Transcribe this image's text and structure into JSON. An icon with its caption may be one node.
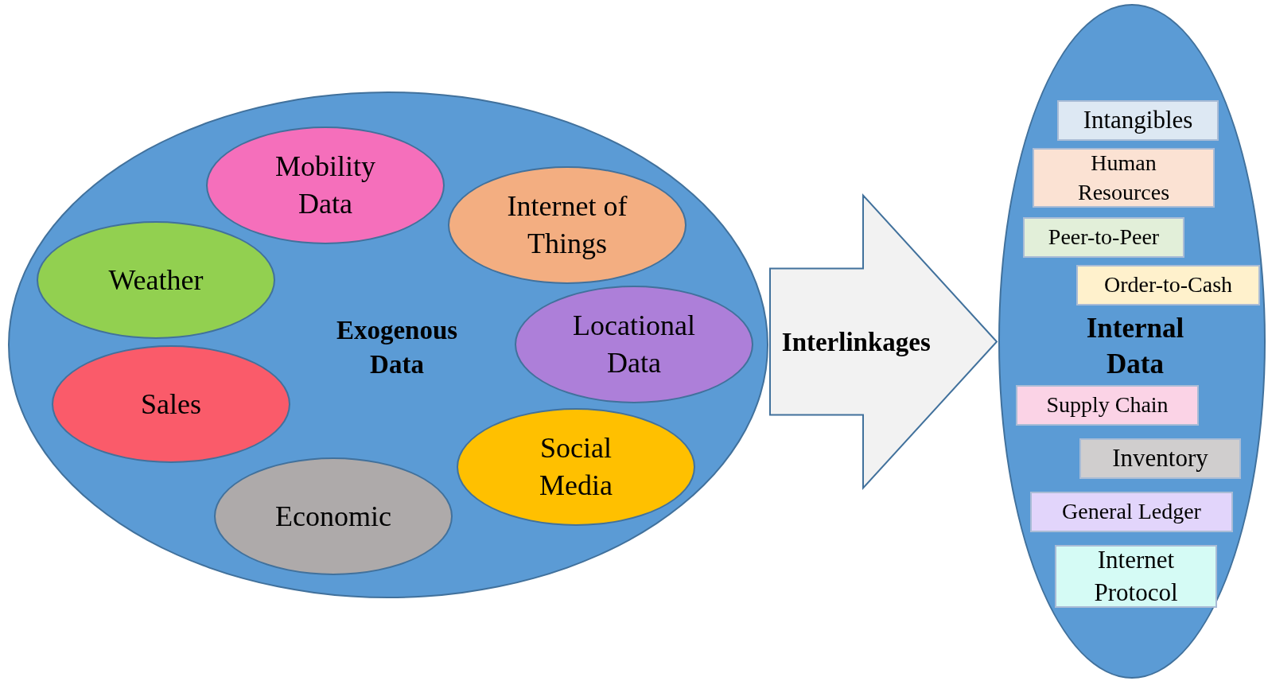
{
  "diagram": {
    "nodes": [
      {
        "text": [
          "Exogenous Data"
        ]
      },
      {
        "text": [
          "Mobility Data"
        ],
        "in": 0
      },
      {
        "text": [
          "Internet of Things"
        ],
        "in": 0
      },
      {
        "text": [
          "Weather"
        ],
        "in": 0
      },
      {
        "text": [
          "Locational Data"
        ],
        "in": 0
      },
      {
        "text": [
          "Sales"
        ],
        "in": 0
      },
      {
        "text": [
          "Social Media"
        ],
        "in": 0
      },
      {
        "text": [
          "Economic"
        ],
        "in": 0
      },
      {
        "text": [
          "Internal Data"
        ]
      },
      {
        "text": [
          "Intangibles"
        ],
        "in": 8
      },
      {
        "text": [
          "Human Resources"
        ],
        "in": 8
      },
      {
        "text": [
          "Peer-to-Peer"
        ],
        "in": 8
      },
      {
        "text": [
          "Order-to-Cash"
        ],
        "in": 8
      },
      {
        "text": [
          "Supply Chain"
        ],
        "in": 8
      },
      {
        "text": [
          "Inventory"
        ],
        "in": 8
      },
      {
        "text": [
          "General Ledger"
        ],
        "in": 8
      },
      {
        "text": [
          "Internet Protocol"
        ],
        "in": 8
      }
    ],
    "edges": [
      {
        "from": 0,
        "to": 8,
        "arrow": "to",
        "label": "Interlinkages",
        "style": "thick"
      }
    ]
  }
}
